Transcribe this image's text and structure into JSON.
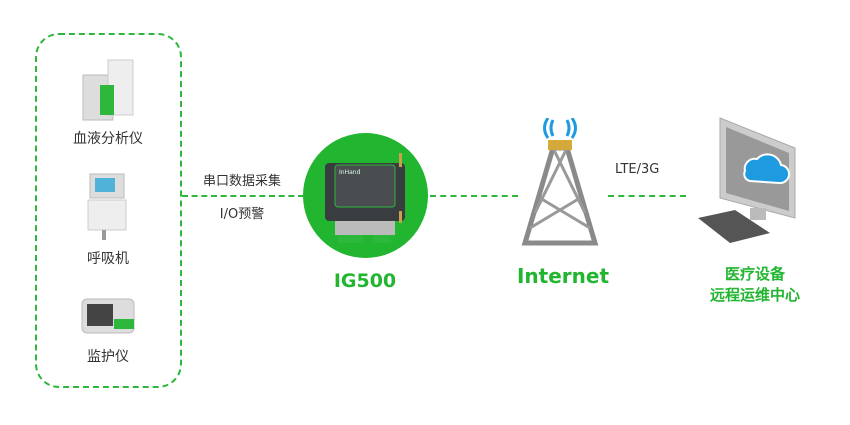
{
  "devices": [
    {
      "label": "血液分析仪"
    },
    {
      "label": "呼吸机"
    },
    {
      "label": "监护仪"
    }
  ],
  "link1": {
    "line1": "串口数据采集",
    "line2": "I/O预警"
  },
  "gateway": {
    "label": "IG500",
    "brand": "InHand",
    "model": "IG500"
  },
  "internet": {
    "label": "Internet"
  },
  "link2": {
    "label": "LTE/3G"
  },
  "center": {
    "line1": "医疗设备",
    "line2": "远程运维中心"
  },
  "colors": {
    "accent": "#22b530",
    "cloud": "#1e9be0"
  }
}
